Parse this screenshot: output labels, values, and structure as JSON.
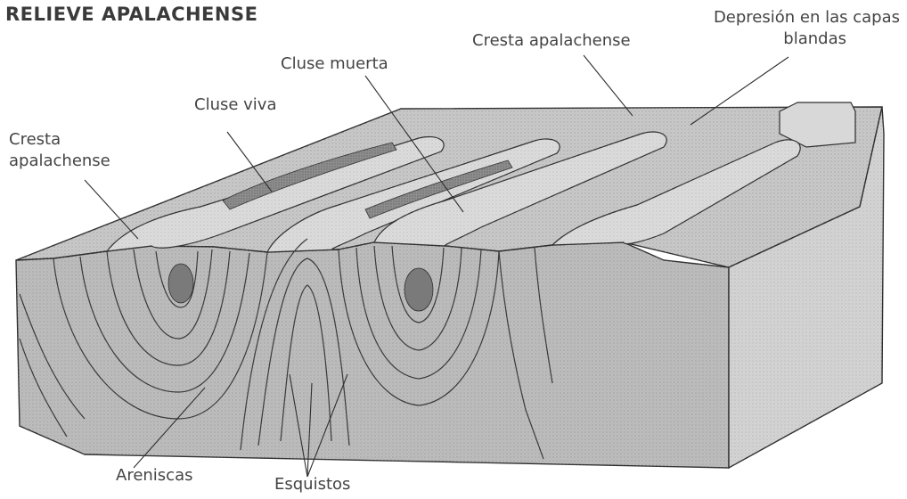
{
  "title": "RELIEVE APALACHENSE",
  "labels": {
    "cresta_left_line1": "Cresta",
    "cresta_left_line2": "apalachense",
    "cluse_viva": "Cluse viva",
    "cluse_muerta": "Cluse muerta",
    "cresta_top": "Cresta apalachense",
    "depresion_line1": "Depresión en las capas",
    "depresion_line2": "blandas",
    "areniscas": "Areniscas",
    "esquistos": "Esquistos"
  },
  "colors": {
    "background": "#ffffff",
    "top_surface": "#c9c9c9",
    "ridge": "#dcdcdc",
    "front_face": "#bdbdbd",
    "side_face": "#d4d4d4",
    "valley": "#8e8e8e",
    "line": "#2f2f2f",
    "text": "#444444"
  }
}
